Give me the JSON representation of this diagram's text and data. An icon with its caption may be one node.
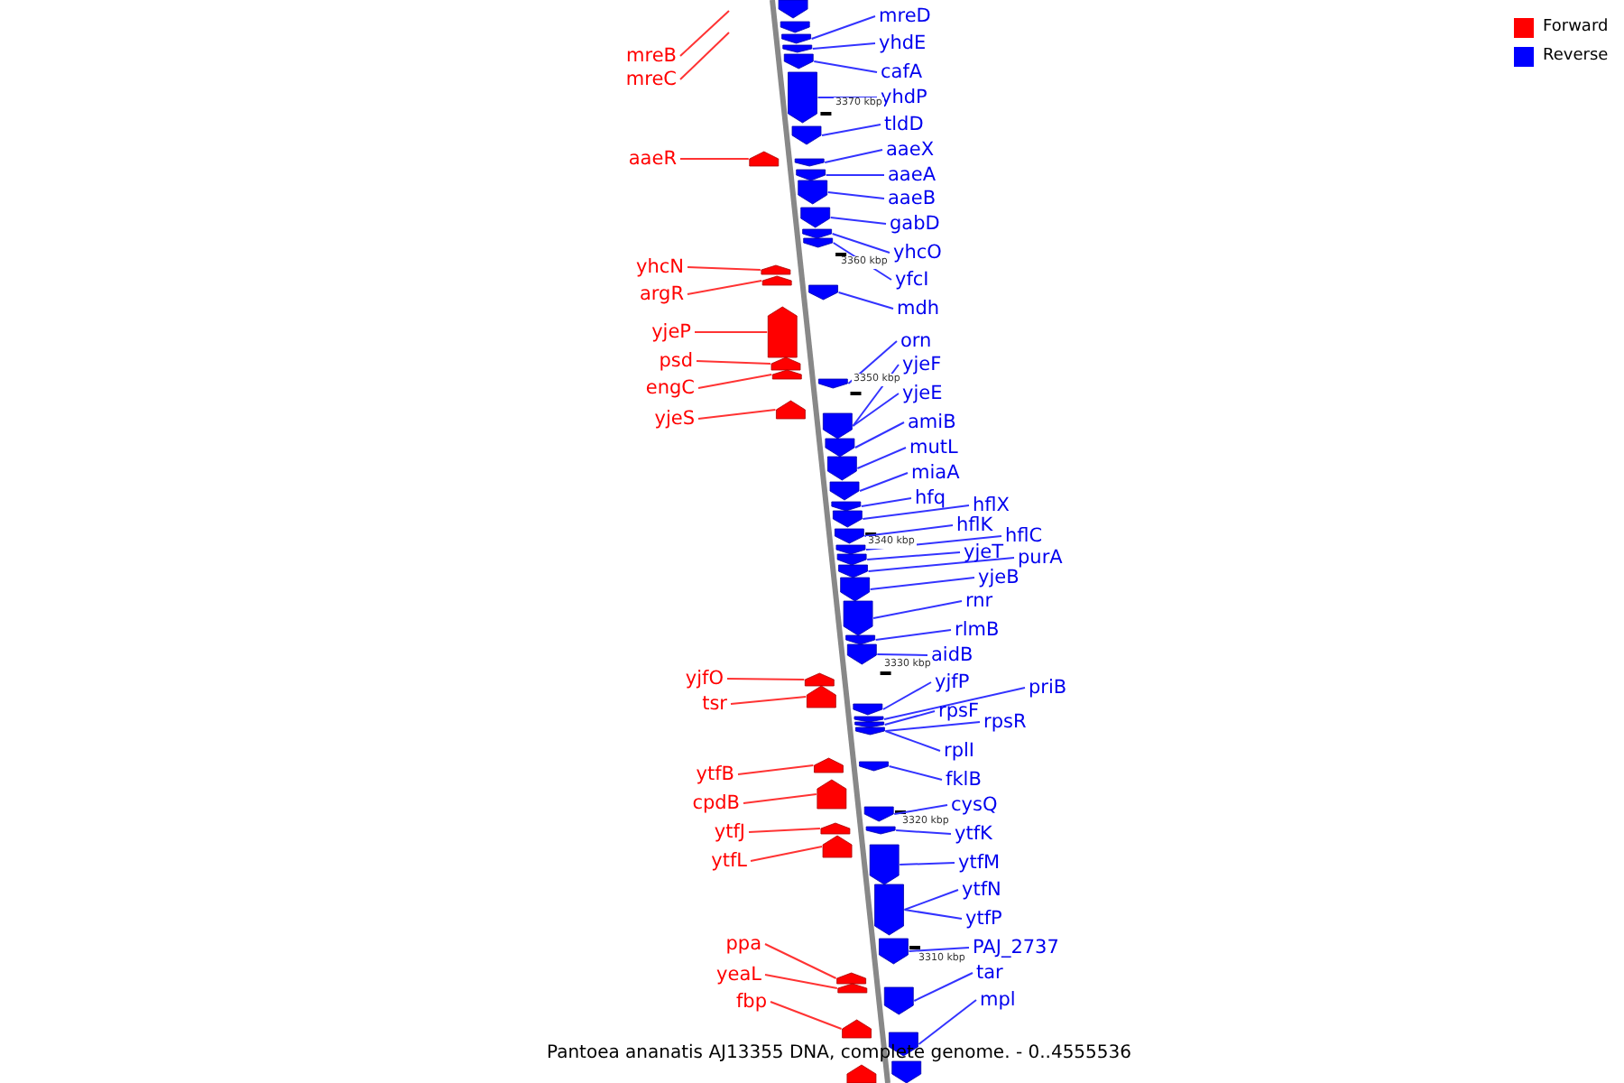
{
  "diagram": {
    "caption": "Pantoea ananatis AJ13355 DNA, complete genome. - 0..4555536",
    "nodes": [
      {
        "text": [
          "mreD"
        ]
      },
      {
        "text": [
          "yhdE"
        ]
      },
      {
        "text": [
          "mreB"
        ]
      },
      {
        "text": [
          "cafA"
        ]
      },
      {
        "text": [
          "mreC"
        ]
      },
      {
        "text": [
          "yhdP"
        ]
      },
      {
        "text": [
          "tldD"
        ]
      },
      {
        "text": [
          "aaeX"
        ]
      },
      {
        "text": [
          "aaeR"
        ]
      },
      {
        "text": [
          "aaeA"
        ]
      },
      {
        "text": [
          "aaeB"
        ]
      },
      {
        "text": [
          "gabD"
        ]
      },
      {
        "text": [
          "yhcO"
        ]
      },
      {
        "text": [
          "yhcN"
        ]
      },
      {
        "text": [
          "yfcI"
        ]
      },
      {
        "text": [
          "argR"
        ]
      },
      {
        "text": [
          "mdh"
        ]
      },
      {
        "text": [
          "yjeP"
        ]
      },
      {
        "text": [
          "orn"
        ]
      },
      {
        "text": [
          "psd"
        ]
      },
      {
        "text": [
          "yjeF"
        ]
      },
      {
        "text": [
          "engC"
        ]
      },
      {
        "text": [
          "yjeE"
        ]
      },
      {
        "text": [
          "yjeS"
        ]
      },
      {
        "text": [
          "amiB"
        ]
      },
      {
        "text": [
          "mutL"
        ]
      },
      {
        "text": [
          "miaA"
        ]
      },
      {
        "text": [
          "hfq"
        ]
      },
      {
        "text": [
          "hflX"
        ]
      },
      {
        "text": [
          "hflK"
        ]
      },
      {
        "text": [
          "hflC"
        ]
      },
      {
        "text": [
          "yjeT"
        ]
      },
      {
        "text": [
          "purA"
        ]
      },
      {
        "text": [
          "yjeB"
        ]
      },
      {
        "text": [
          "rnr"
        ]
      },
      {
        "text": [
          "rlmB"
        ]
      },
      {
        "text": [
          "aidB"
        ]
      },
      {
        "text": [
          "yjfO"
        ]
      },
      {
        "text": [
          "yjfP"
        ]
      },
      {
        "text": [
          "priB"
        ]
      },
      {
        "text": [
          "tsr"
        ]
      },
      {
        "text": [
          "rpsF"
        ]
      },
      {
        "text": [
          "rpsR"
        ]
      },
      {
        "text": [
          "rplI"
        ]
      },
      {
        "text": [
          "ytfB"
        ]
      },
      {
        "text": [
          "fklB"
        ]
      },
      {
        "text": [
          "cpdB"
        ]
      },
      {
        "text": [
          "cysQ"
        ]
      },
      {
        "text": [
          "ytfJ"
        ]
      },
      {
        "text": [
          "ytfK"
        ]
      },
      {
        "text": [
          "ytfL"
        ]
      },
      {
        "text": [
          "ytfM"
        ]
      },
      {
        "text": [
          "ytfN"
        ]
      },
      {
        "text": [
          "ytfP"
        ]
      },
      {
        "text": [
          "ppa"
        ]
      },
      {
        "text": [
          "PAJ_2737"
        ]
      },
      {
        "text": [
          "yeaL"
        ]
      },
      {
        "text": [
          "tar"
        ]
      },
      {
        "text": [
          "fbp"
        ]
      },
      {
        "text": [
          "mpl"
        ]
      },
      {
        "text": [],
        "shape": "arrow"
      },
      {
        "text": [],
        "shape": "arrow"
      },
      {
        "text": [],
        "shape": "arrow"
      },
      {
        "text": [],
        "shape": "arrow"
      },
      {
        "text": [],
        "shape": "arrow"
      },
      {
        "text": [],
        "shape": "arrow"
      },
      {
        "text": [],
        "shape": "arrow"
      },
      {
        "text": [],
        "shape": "arrow"
      },
      {
        "text": [],
        "shape": "arrow"
      },
      {
        "text": [],
        "shape": "arrow"
      },
      {
        "text": [],
        "shape": "arrow"
      },
      {
        "text": [],
        "shape": "arrow"
      },
      {
        "text": [],
        "shape": "arrow"
      },
      {
        "text": [],
        "shape": "arrow"
      },
      {
        "text": [],
        "shape": "arrow"
      },
      {
        "text": [],
        "shape": "arrow"
      },
      {
        "text": [],
        "shape": "arrow"
      },
      {
        "text": [],
        "shape": "arrow"
      },
      {
        "text": [],
        "shape": "arrow"
      },
      {
        "text": [],
        "shape": "arrow"
      },
      {
        "text": [],
        "shape": "arrow"
      },
      {
        "text": [],
        "shape": "arrow"
      },
      {
        "text": [],
        "shape": "arrow"
      },
      {
        "text": [],
        "shape": "arrow"
      },
      {
        "text": [],
        "shape": "arrow"
      },
      {
        "text": [],
        "shape": "arrow"
      },
      {
        "text": [],
        "shape": "arrow"
      },
      {
        "text": [],
        "shape": "arrow"
      },
      {
        "text": [],
        "shape": "arrow"
      },
      {
        "text": [],
        "shape": "arrow"
      },
      {
        "text": [],
        "shape": "arrow"
      },
      {
        "text": [],
        "shape": "arrow"
      },
      {
        "text": [],
        "shape": "arrow"
      },
      {
        "text": [],
        "shape": "arrow"
      },
      {
        "text": [],
        "shape": "arrow"
      },
      {
        "text": [],
        "shape": "arrow"
      },
      {
        "text": [],
        "shape": "arrow"
      },
      {
        "text": [],
        "shape": "arrow"
      },
      {
        "text": [],
        "shape": "arrow"
      },
      {
        "text": [],
        "shape": "arrow"
      },
      {
        "text": [],
        "shape": "arrow"
      },
      {
        "text": [],
        "shape": "arrow"
      },
      {
        "text": [],
        "shape": "arrow"
      },
      {
        "text": [],
        "shape": "arrow"
      },
      {
        "text": [],
        "shape": "arrow"
      },
      {
        "text": [],
        "shape": "arrow"
      },
      {
        "text": [],
        "shape": "arrow"
      },
      {
        "text": [],
        "shape": "arrow"
      },
      {
        "text": [],
        "shape": "arrow"
      },
      {
        "text": [],
        "shape": "arrow"
      },
      {
        "text": [],
        "shape": "arrow"
      },
      {
        "text": [],
        "shape": "arrow"
      },
      {
        "text": [],
        "shape": "arrow"
      },
      {
        "text": [],
        "shape": "arrow"
      },
      {
        "text": [],
        "shape": "arrow"
      },
      {
        "text": [],
        "shape": "arrow"
      },
      {
        "text": [],
        "shape": "arrow"
      },
      {
        "text": [],
        "shape": "arrow"
      },
      {
        "text": [],
        "shape": "arrow"
      }
    ],
    "edges": [
      {
        "from": 0,
        "to": 62,
        "arrow": "none"
      },
      {
        "from": 1,
        "to": 63,
        "arrow": "none"
      },
      {
        "from": 2,
        "to": null,
        "arrow": "none",
        "color": "#ff3333"
      },
      {
        "from": 3,
        "to": 64,
        "arrow": "none"
      },
      {
        "from": 4,
        "to": null,
        "arrow": "none",
        "color": "#ff3333"
      },
      {
        "from": 5,
        "to": 65,
        "arrow": "none"
      },
      {
        "from": 6,
        "to": 66,
        "arrow": "none"
      },
      {
        "from": 7,
        "to": 68,
        "arrow": "none"
      },
      {
        "from": 8,
        "to": 67,
        "arrow": "none",
        "color": "#ff3333"
      },
      {
        "from": 9,
        "to": 69,
        "arrow": "none"
      },
      {
        "from": 10,
        "to": 70,
        "arrow": "none"
      },
      {
        "from": 11,
        "to": 71,
        "arrow": "none"
      },
      {
        "from": 12,
        "to": 72,
        "arrow": "none"
      },
      {
        "from": 13,
        "to": 74,
        "arrow": "none",
        "color": "#ff3333"
      },
      {
        "from": 14,
        "to": 73,
        "arrow": "none"
      },
      {
        "from": 15,
        "to": 75,
        "arrow": "none",
        "color": "#ff3333"
      },
      {
        "from": 16,
        "to": 76,
        "arrow": "none"
      },
      {
        "from": 17,
        "to": 77,
        "arrow": "none",
        "color": "#ff3333"
      },
      {
        "from": 18,
        "to": 80,
        "arrow": "none"
      },
      {
        "from": 19,
        "to": 78,
        "arrow": "none",
        "color": "#ff3333"
      },
      {
        "from": 20,
        "to": 82,
        "arrow": "none"
      },
      {
        "from": 21,
        "to": 79,
        "arrow": "none",
        "color": "#ff3333"
      },
      {
        "from": 22,
        "to": 82,
        "arrow": "none"
      },
      {
        "from": 23,
        "to": 81,
        "arrow": "none",
        "color": "#ff3333"
      },
      {
        "from": 24,
        "to": 83,
        "arrow": "none"
      },
      {
        "from": 25,
        "to": 84,
        "arrow": "none"
      },
      {
        "from": 26,
        "to": 85,
        "arrow": "none"
      },
      {
        "from": 27,
        "to": 86,
        "arrow": "none"
      },
      {
        "from": 28,
        "to": 87,
        "arrow": "none"
      },
      {
        "from": 29,
        "to": 88,
        "arrow": "none"
      },
      {
        "from": 30,
        "to": 89,
        "arrow": "none"
      },
      {
        "from": 31,
        "to": 90,
        "arrow": "none"
      },
      {
        "from": 32,
        "to": 91,
        "arrow": "none"
      },
      {
        "from": 33,
        "to": 92,
        "arrow": "none"
      },
      {
        "from": 34,
        "to": 93,
        "arrow": "none"
      },
      {
        "from": 35,
        "to": 94,
        "arrow": "none"
      },
      {
        "from": 36,
        "to": 95,
        "arrow": "none"
      },
      {
        "from": 37,
        "to": 96,
        "arrow": "none",
        "color": "#ff3333"
      },
      {
        "from": 38,
        "to": 98,
        "arrow": "none"
      },
      {
        "from": 39,
        "to": 99,
        "arrow": "none"
      },
      {
        "from": 40,
        "to": 97,
        "arrow": "none",
        "color": "#ff3333"
      },
      {
        "from": 41,
        "to": 100,
        "arrow": "none"
      },
      {
        "from": 42,
        "to": 101,
        "arrow": "none"
      },
      {
        "from": 43,
        "to": 101,
        "arrow": "none"
      },
      {
        "from": 44,
        "to": 102,
        "arrow": "none",
        "color": "#ff3333"
      },
      {
        "from": 45,
        "to": 103,
        "arrow": "none"
      },
      {
        "from": 46,
        "to": 104,
        "arrow": "none",
        "color": "#ff3333"
      },
      {
        "from": 47,
        "to": 105,
        "arrow": "none"
      },
      {
        "from": 48,
        "to": 106,
        "arrow": "none",
        "color": "#ff3333"
      },
      {
        "from": 49,
        "to": 107,
        "arrow": "none"
      },
      {
        "from": 50,
        "to": 108,
        "arrow": "none",
        "color": "#ff3333"
      },
      {
        "from": 51,
        "to": 109,
        "arrow": "none"
      },
      {
        "from": 52,
        "to": 110,
        "arrow": "none"
      },
      {
        "from": 53,
        "to": 110,
        "arrow": "none"
      },
      {
        "from": 54,
        "to": 112,
        "arrow": "none",
        "color": "#ff3333"
      },
      {
        "from": 55,
        "to": 111,
        "arrow": "none"
      },
      {
        "from": 56,
        "to": 113,
        "arrow": "none",
        "color": "#ff3333"
      },
      {
        "from": 57,
        "to": 114,
        "arrow": "none"
      },
      {
        "from": 58,
        "to": 115,
        "arrow": "none",
        "color": "#ff3333"
      },
      {
        "from": 59,
        "to": 116,
        "arrow": "none"
      }
    ],
    "labels": [
      "3370 kbp",
      "3360 kbp",
      "3350 kbp",
      "3340 kbp",
      "3330 kbp",
      "3320 kbp",
      "3310 kbp"
    ],
    "legend": [
      {
        "text": "Forward",
        "color": "#ff0000"
      },
      {
        "text": "Reverse",
        "color": "#0000ff"
      }
    ]
  }
}
